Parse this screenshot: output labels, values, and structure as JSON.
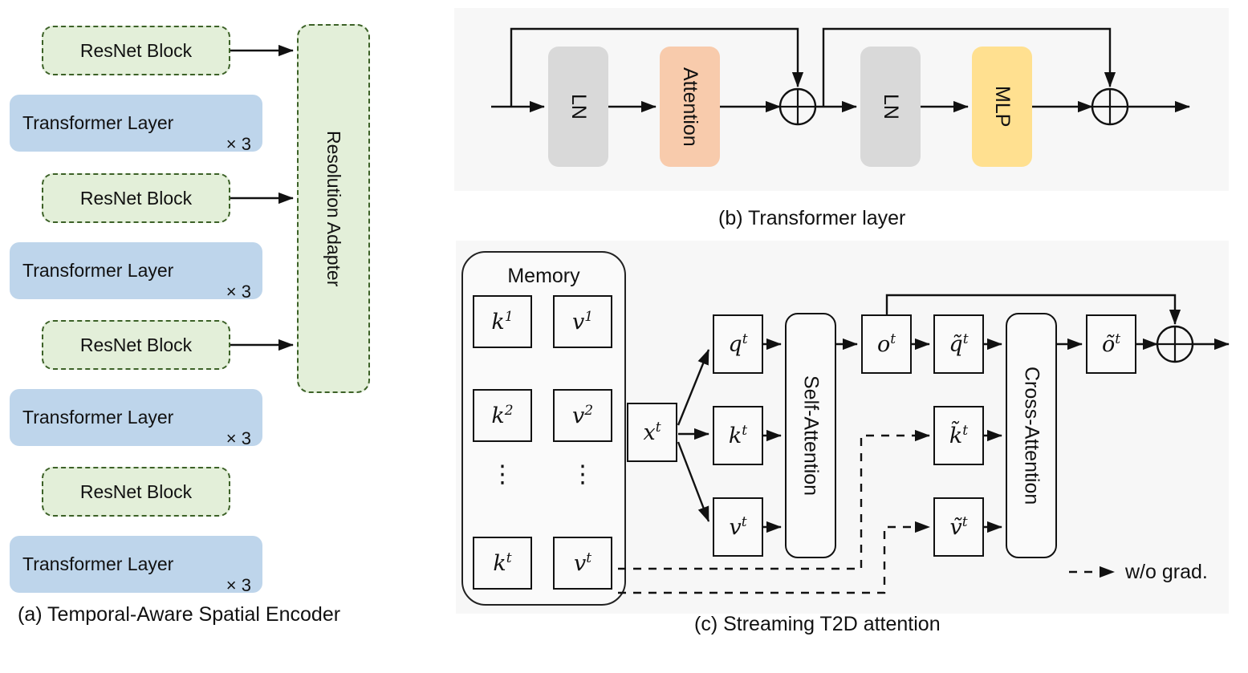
{
  "panel_a": {
    "caption": "(a) Temporal-Aware Spatial Encoder",
    "adapter_label": "Resolution Adapter",
    "blocks": [
      {
        "type": "resnet",
        "label": "ResNet Block"
      },
      {
        "type": "transformer",
        "label": "Transformer Layer",
        "repeat": "× 3"
      },
      {
        "type": "resnet",
        "label": "ResNet Block"
      },
      {
        "type": "transformer",
        "label": "Transformer Layer",
        "repeat": "× 3"
      },
      {
        "type": "resnet",
        "label": "ResNet Block"
      },
      {
        "type": "transformer",
        "label": "Transformer Layer",
        "repeat": "× 3"
      },
      {
        "type": "resnet",
        "label": "ResNet Block"
      },
      {
        "type": "transformer",
        "label": "Transformer Layer",
        "repeat": "× 3"
      }
    ]
  },
  "panel_b": {
    "caption": "(b) Transformer layer",
    "blocks": [
      {
        "name": "ln1",
        "label": "LN",
        "color": "#d9d9d9"
      },
      {
        "name": "attention",
        "label": "Attention",
        "color": "#f8cbac"
      },
      {
        "name": "ln2",
        "label": "LN",
        "color": "#d9d9d9"
      },
      {
        "name": "mlp",
        "label": "MLP",
        "color": "#ffe090"
      }
    ],
    "sum_symbol": "⊕"
  },
  "panel_c": {
    "caption": "(c) Streaming T2D attention",
    "memory_title": "Memory",
    "memory_cells": [
      {
        "k": "k",
        "ksup": "1",
        "v": "v",
        "vsup": "1"
      },
      {
        "k": "k",
        "ksup": "2",
        "v": "v",
        "vsup": "2"
      },
      {
        "k": "k",
        "ksup": "t",
        "v": "v",
        "vsup": "t"
      }
    ],
    "memory_ellipsis": "⋮",
    "input_box": {
      "base": "x",
      "sup": "t"
    },
    "qkv": [
      {
        "base": "q",
        "sup": "t"
      },
      {
        "base": "k",
        "sup": "t"
      },
      {
        "base": "v",
        "sup": "t"
      }
    ],
    "self_attention_label": "Self-Attention",
    "output_box": {
      "base": "o",
      "sup": "t"
    },
    "tilde_qkv": [
      {
        "base": "q̃",
        "sup": "t"
      },
      {
        "base": "k̃",
        "sup": "t"
      },
      {
        "base": "ṽ",
        "sup": "t"
      }
    ],
    "cross_attention_label": "Cross-Attention",
    "tilde_output": {
      "base": "õ",
      "sup": "t"
    },
    "sum_symbol": "⊕",
    "legend_label": "w/o grad."
  },
  "colors": {
    "green_fill": "#e3efd9",
    "green_border": "#3c6127",
    "blue_fill": "#bed5eb",
    "gray_fill": "#d9d9d9",
    "orange_fill": "#f8cbac",
    "yellow_fill": "#ffe090",
    "panel_bg": "#f7f7f7",
    "stroke": "#111111"
  }
}
